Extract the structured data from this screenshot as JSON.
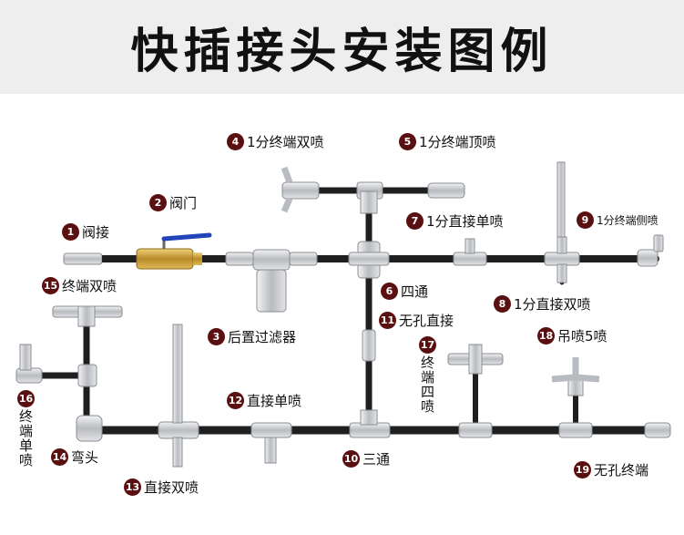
{
  "title": "快插接头安装图例",
  "colors": {
    "badge": "#5a1010",
    "tube": "#1f1f1f",
    "fitting": "#c9cbce",
    "valve_body": "#c8a040",
    "valve_handle": "#2244bb"
  },
  "callouts": [
    {
      "num": "1",
      "text": "阀接"
    },
    {
      "num": "2",
      "text": "阀门"
    },
    {
      "num": "3",
      "text": "后置过滤器"
    },
    {
      "num": "4",
      "text": "1分终端双喷"
    },
    {
      "num": "5",
      "text": "1分终端顶喷"
    },
    {
      "num": "6",
      "text": "四通"
    },
    {
      "num": "7",
      "text": "1分直接单喷"
    },
    {
      "num": "8",
      "text": "1分直接双喷"
    },
    {
      "num": "9",
      "text": "1分终端侧喷"
    },
    {
      "num": "10",
      "text": "三通"
    },
    {
      "num": "11",
      "text": "无孔直接"
    },
    {
      "num": "12",
      "text": "直接单喷"
    },
    {
      "num": "13",
      "text": "直接双喷"
    },
    {
      "num": "14",
      "text": "弯头"
    },
    {
      "num": "15",
      "text": "终端双喷"
    },
    {
      "num": "16",
      "text": "终端单喷"
    },
    {
      "num": "17",
      "text": "终端四喷"
    },
    {
      "num": "18",
      "text": "吊喷5喷"
    },
    {
      "num": "19",
      "text": "无孔终端"
    }
  ]
}
